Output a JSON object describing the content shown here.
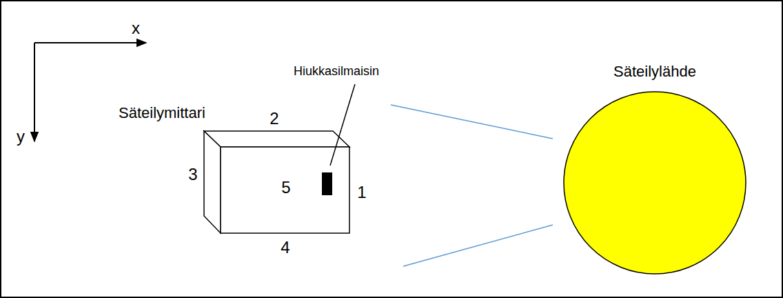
{
  "diagram": {
    "nodes": [
      {
        "text": [
          "Säteilymittari"
        ]
      },
      {
        "text": [
          "Säteilylähde"
        ]
      }
    ],
    "labels": [
      "x",
      "y",
      "Hiukkasilmaisin",
      "2",
      "3",
      "5",
      "1",
      "4"
    ]
  }
}
